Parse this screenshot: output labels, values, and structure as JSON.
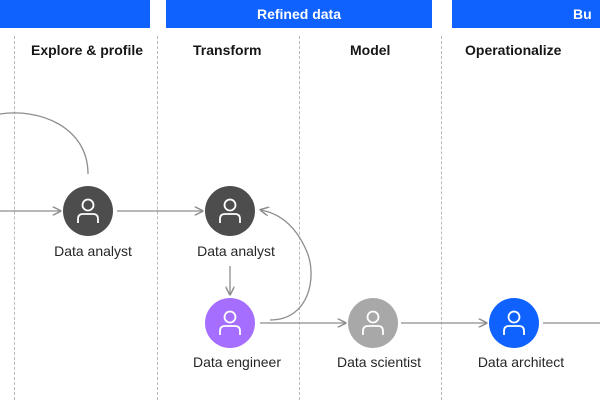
{
  "phases": {
    "left_label": "",
    "middle_label": "Refined data",
    "right_label": "Bu"
  },
  "stages": {
    "explore_profile": "Explore & profile",
    "transform": "Transform",
    "model": "Model",
    "operationalize": "Operationalize"
  },
  "roles": {
    "data_analyst_1": "Data analyst",
    "data_analyst_2": "Data analyst",
    "data_engineer": "Data engineer",
    "data_scientist": "Data scientist",
    "data_architect": "Data architect"
  },
  "colors": {
    "banner": "#0f62fe",
    "analyst": "#4d4d4d",
    "engineer": "#a56eff",
    "scientist": "#a8a8a8",
    "architect": "#0f62fe",
    "line": "#8d8d8d"
  },
  "icons": {
    "person": "person-icon"
  }
}
